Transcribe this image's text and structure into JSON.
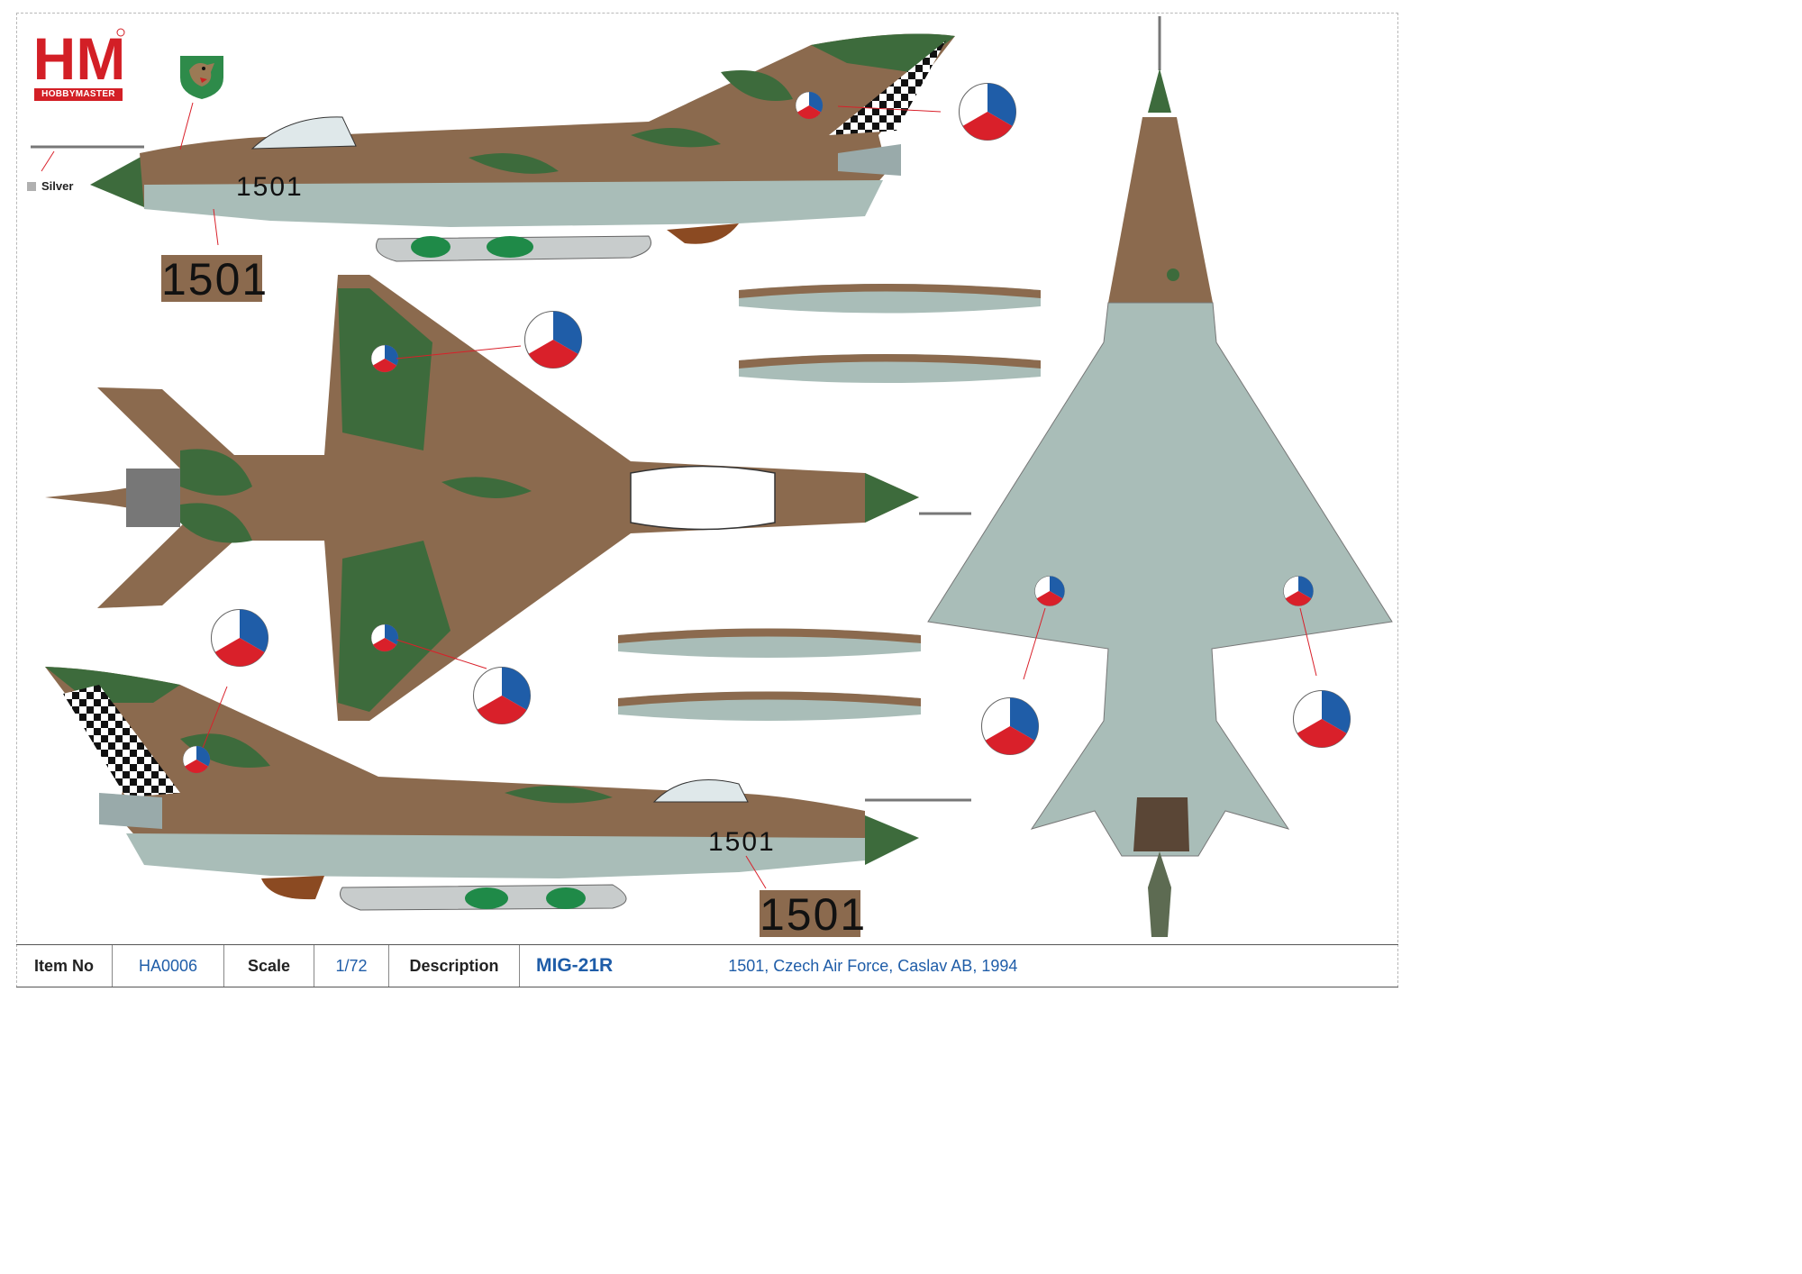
{
  "brand": {
    "logo_letters": "HM",
    "logo_text": "HOBBYMASTER"
  },
  "legend": {
    "silver_label": "Silver"
  },
  "serial": "1501",
  "colors": {
    "camo_brown": "#8b6a4e",
    "camo_green": "#3d6b3c",
    "underside_grey": "#a9bdb8",
    "roundel_red": "#d9202a",
    "roundel_blue": "#1f5da8",
    "brand_red": "#d31f26",
    "text_blue": "#1f5da8"
  },
  "footer": {
    "item_no_label": "Item No",
    "item_no_value": "HA0006",
    "scale_label": "Scale",
    "scale_value": "1/72",
    "description_label": "Description",
    "model": "MIG-21R",
    "description": "1501, Czech Air Force, Caslav AB, 1994"
  }
}
